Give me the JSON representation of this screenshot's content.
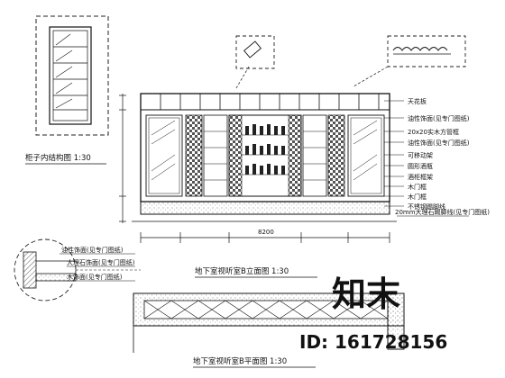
{
  "detail_title": "柜子内结构图 1:30",
  "elevation_title": "地下室视听室B立面图 1:30",
  "plan_title": "地下室视听室B平面图 1:30",
  "callouts": [
    "天花板",
    "油性饰面(见专门图纸)",
    "20x20实木方管框",
    "油性饰面(见专门图纸)",
    "可移动架",
    "圆形酒瓶",
    "酒柜框架",
    "木门框",
    "木门框",
    "不锈钢踢脚线"
  ],
  "floor_note": "20mm大理石踢脚线(见专门图纸)",
  "left_notes": [
    "油性饰面(见专门图纸)",
    "大理石饰面(见专门图纸)",
    "木饰面(见专门图纸)"
  ],
  "dimension": "8200",
  "watermark": {
    "brand": "知末",
    "id": "ID: 161728156"
  }
}
